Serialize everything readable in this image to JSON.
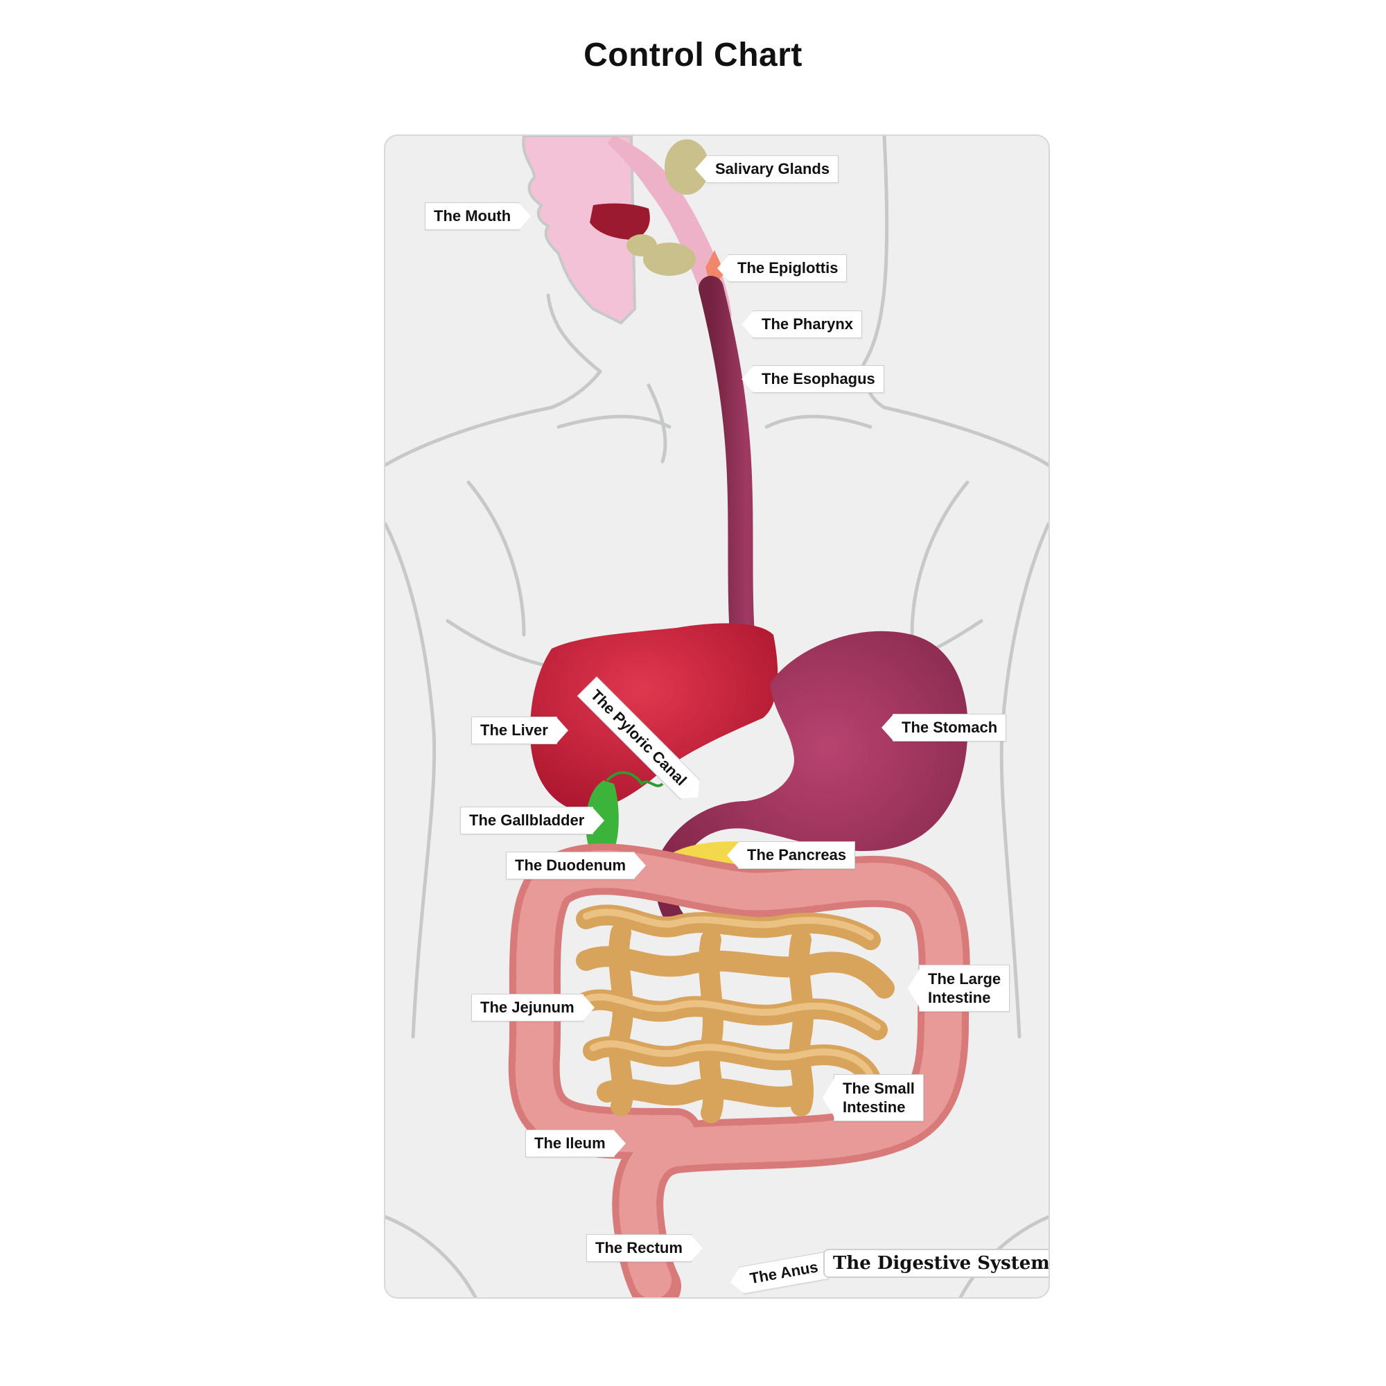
{
  "title": "Control Chart",
  "labels": {
    "salivary_glands": "Salivary Glands",
    "mouth": "The Mouth",
    "epiglottis": "The Epiglottis",
    "pharynx": "The Pharynx",
    "esophagus": "The Esophagus",
    "liver": "The Liver",
    "pyloric_canal": "The Pyloric Canal",
    "stomach": "The Stomach",
    "gallbladder": "The Gallbladder",
    "pancreas": "The Pancreas",
    "duodenum": "The Duodenum",
    "large_intestine_line1": "The Large",
    "large_intestine_line2": "Intestine",
    "jejunum": "The Jejunum",
    "small_intestine_line1": "The Small",
    "small_intestine_line2": "Intestine",
    "ileum": "The Ileum",
    "rectum": "The Rectum",
    "anus": "The Anus"
  },
  "brand": "The Digestive System",
  "colors": {
    "body_outline": "#c9ccca",
    "skin": "#efefef",
    "head_pink": "#f2b9cf",
    "esophagus": "#8e2e52",
    "stomach": "#9e2f5a",
    "liver": "#c41e3a",
    "gallbladder": "#3cb43c",
    "pancreas": "#f2d84a",
    "large_intestine": "#d97a7a",
    "small_intestine": "#d8a35a",
    "salivary": "#c9c08c",
    "epiglottis": "#f0876a"
  }
}
